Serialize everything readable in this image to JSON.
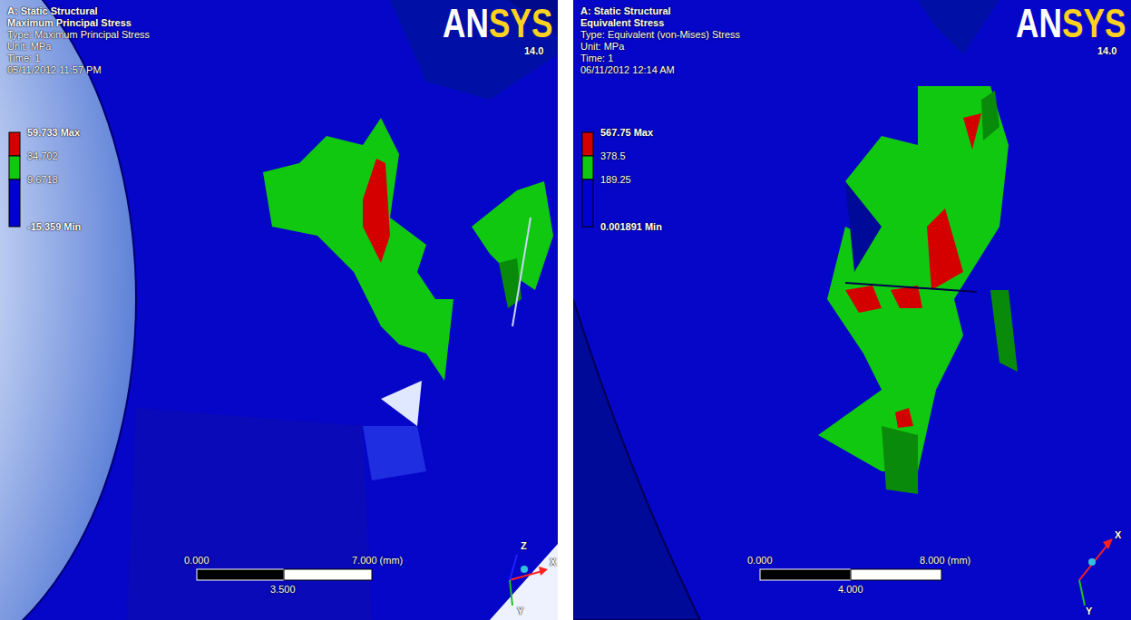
{
  "diagram": {
    "labels": [
      "A: Static Structural",
      "Maximum Principal Stress",
      "Type: Maximum Principal Stress",
      "Unit: MPa",
      "Time: 1",
      "05/11/2012 11:57 PM",
      "59.733 Max",
      "34.702",
      "9.6718",
      "-15.359 Min",
      "AN",
      "SYS",
      "14.0",
      "0.000",
      "7.000 (mm)",
      "3.500",
      "X",
      "Y",
      "Z",
      "A: Static Structural",
      "Equivalent Stress",
      "Type: Equivalent (von-Mises) Stress",
      "Unit: MPa",
      "Time: 1",
      "06/11/2012 12:14 AM",
      "567.75 Max",
      "378.5",
      "189.25",
      "0.001891 Min",
      "AN",
      "SYS",
      "14.0",
      "0.000",
      "8.000 (mm)",
      "4.000",
      "X",
      "Y"
    ]
  }
}
